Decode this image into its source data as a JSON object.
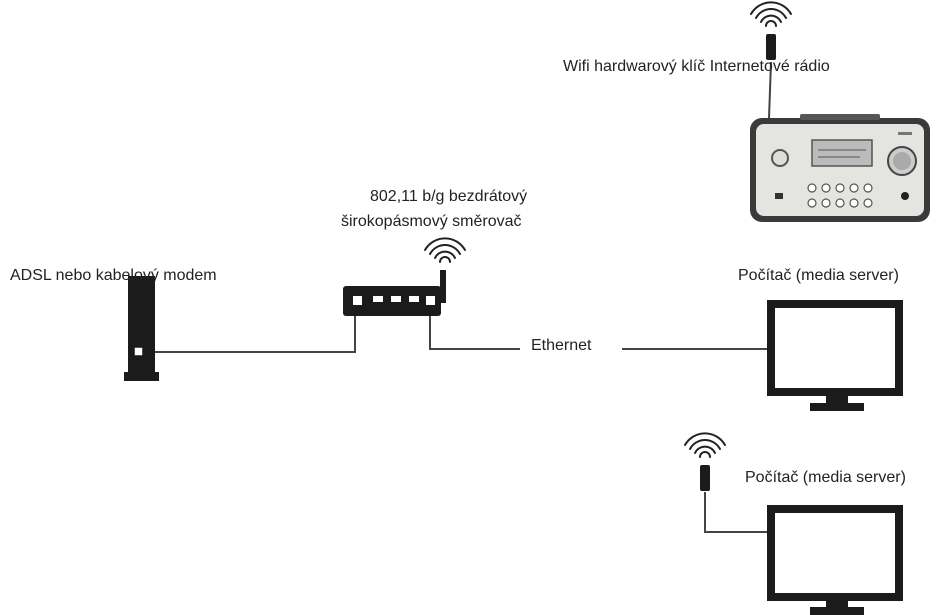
{
  "labels": {
    "wifi_key_radio": "Wifi hardwarový klíč Internetové rádio",
    "router_line1": "802,11 b/g bezdrátový",
    "router_line2": "širokopásmový směrovač",
    "modem": "ADSL nebo kabelový modem",
    "pc_top": "Počítač (media server)",
    "ethernet": "Ethernet",
    "pc_bottom": "Počítač (media server)"
  }
}
